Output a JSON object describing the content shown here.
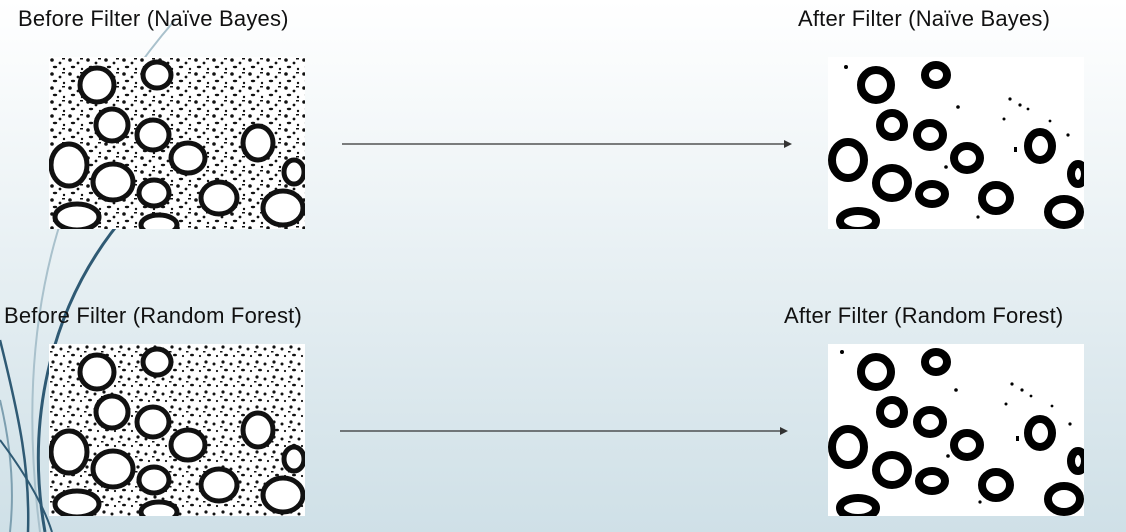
{
  "rows": [
    {
      "before_label": "Before Filter (Naïve Bayes)",
      "after_label": "After Filter (Naïve Bayes)"
    },
    {
      "before_label": "Before Filter (Random Forest)",
      "after_label": "After Filter (Random Forest)"
    }
  ],
  "colors": {
    "text": "#111111",
    "arrow": "#333333",
    "deco_curve": "#2f5a74"
  }
}
